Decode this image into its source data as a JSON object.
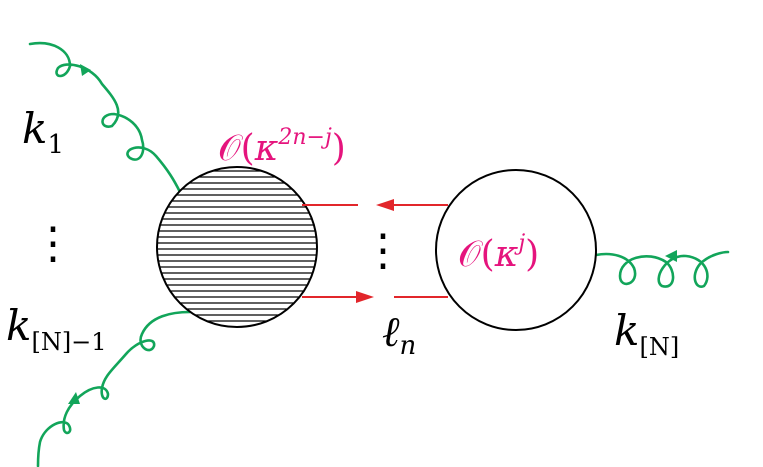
{
  "labels": {
    "k1": {
      "base": "k",
      "sub": "1"
    },
    "kN_minus_1": {
      "base": "k",
      "sub": "[N]−1"
    },
    "kN": {
      "base": "k",
      "sub": "[N]"
    },
    "ell_n": {
      "base": "ℓ",
      "sub": "n"
    },
    "left_blob_order": {
      "prefix": "𝒪(",
      "base": "κ",
      "sup": "2n−j",
      "suffix": ")"
    },
    "right_blob_order": {
      "prefix": "𝒪(",
      "base": "κ",
      "sup": "j",
      "suffix": ")"
    },
    "left_dots": "⋮",
    "middle_dots": "⋮"
  },
  "colors": {
    "gluon": "#12a55a",
    "scalar_line": "#e2262b",
    "order_label": "#e5147d",
    "ink": "#000000"
  }
}
